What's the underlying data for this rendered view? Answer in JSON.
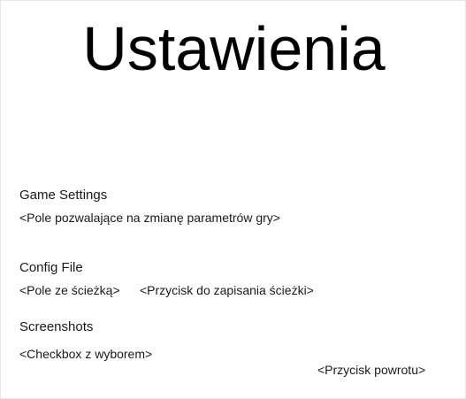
{
  "page": {
    "title": "Ustawienia"
  },
  "sections": {
    "game_settings": {
      "label": "Game Settings",
      "control": "<Pole pozwalające na zmianę parametrów gry>"
    },
    "config_file": {
      "label": "Config File",
      "path_field": "<Pole ze ścieżką>",
      "save_button": "<Przycisk do zapisania ścieżki>"
    },
    "screenshots": {
      "label": "Screenshots",
      "checkbox": "<Checkbox z wyborem>"
    }
  },
  "footer": {
    "back_button": "<Przycisk powrotu>"
  }
}
